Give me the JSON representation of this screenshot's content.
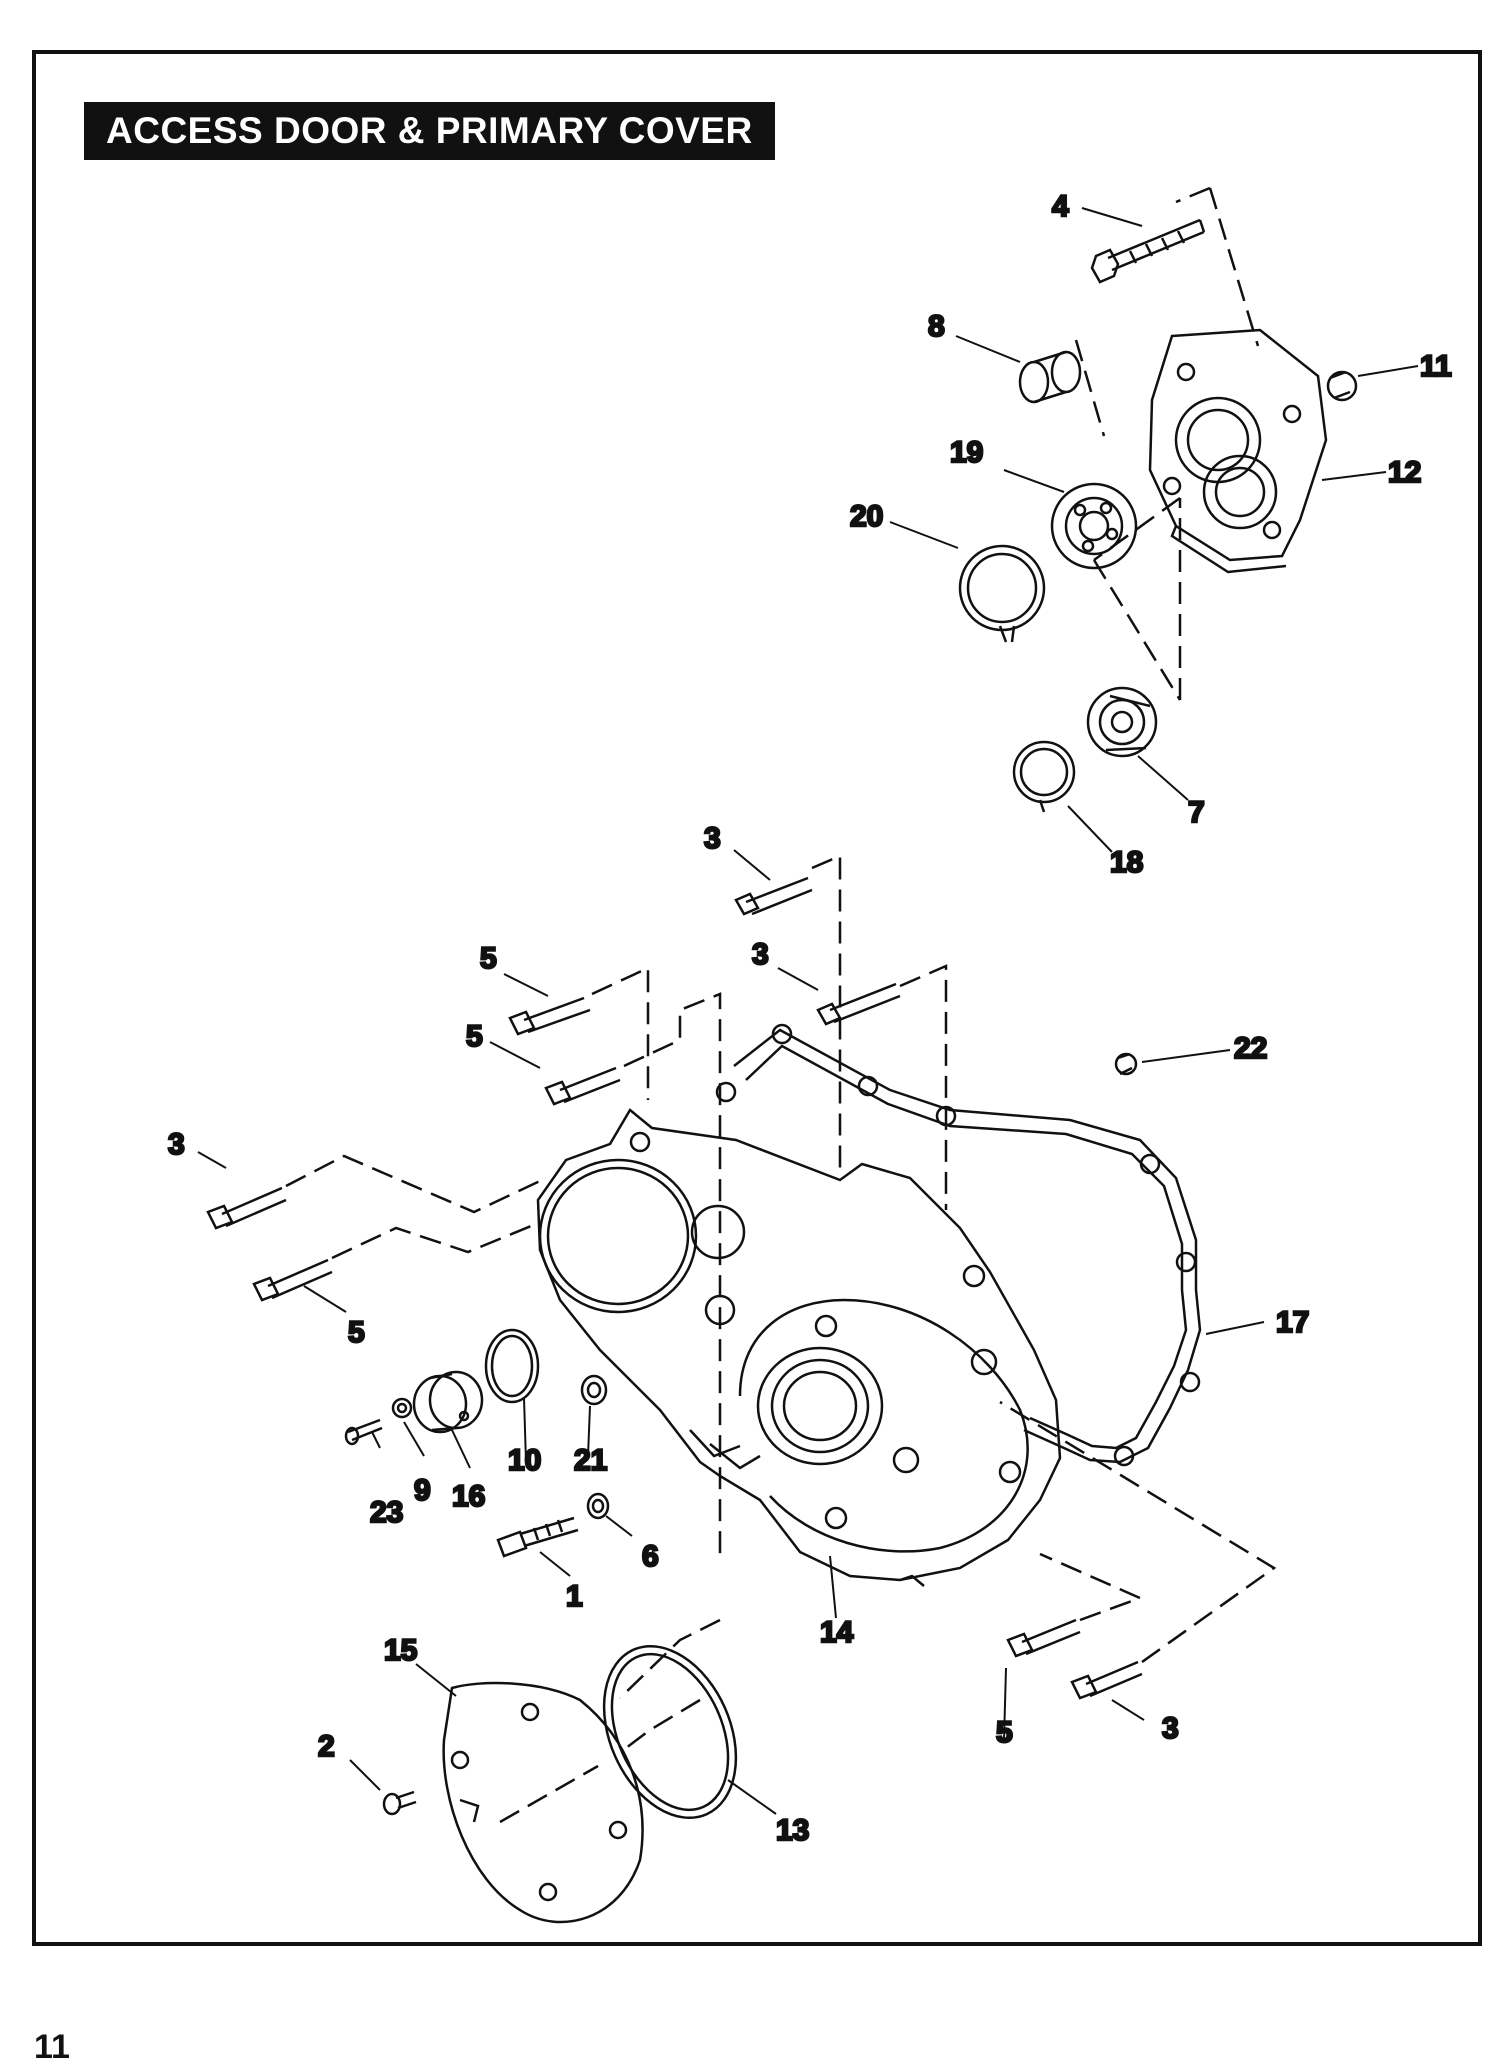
{
  "header": {
    "title": "ACCESS DOOR & PRIMARY COVER"
  },
  "footer": {
    "page_number": "11"
  },
  "callouts": [
    "1",
    "2",
    "3",
    "4",
    "5",
    "6",
    "7",
    "8",
    "9",
    "10",
    "11",
    "12",
    "13",
    "14",
    "15",
    "16",
    "17",
    "18",
    "19",
    "20",
    "21",
    "22",
    "23"
  ]
}
